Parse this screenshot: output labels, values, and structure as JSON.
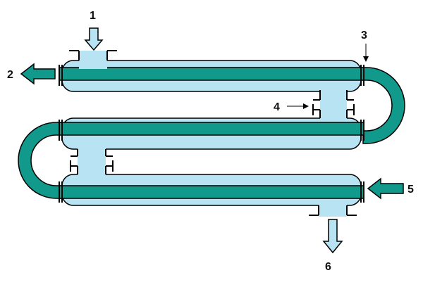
{
  "labels": {
    "l1": "1",
    "l2": "2",
    "l3": "3",
    "l4": "4",
    "l5": "5",
    "l6": "6"
  },
  "colors": {
    "inner_tube": "#119A8C",
    "shell_fluid": "#B7E3F3",
    "line": "#000000",
    "background": "#FFFFFF"
  }
}
